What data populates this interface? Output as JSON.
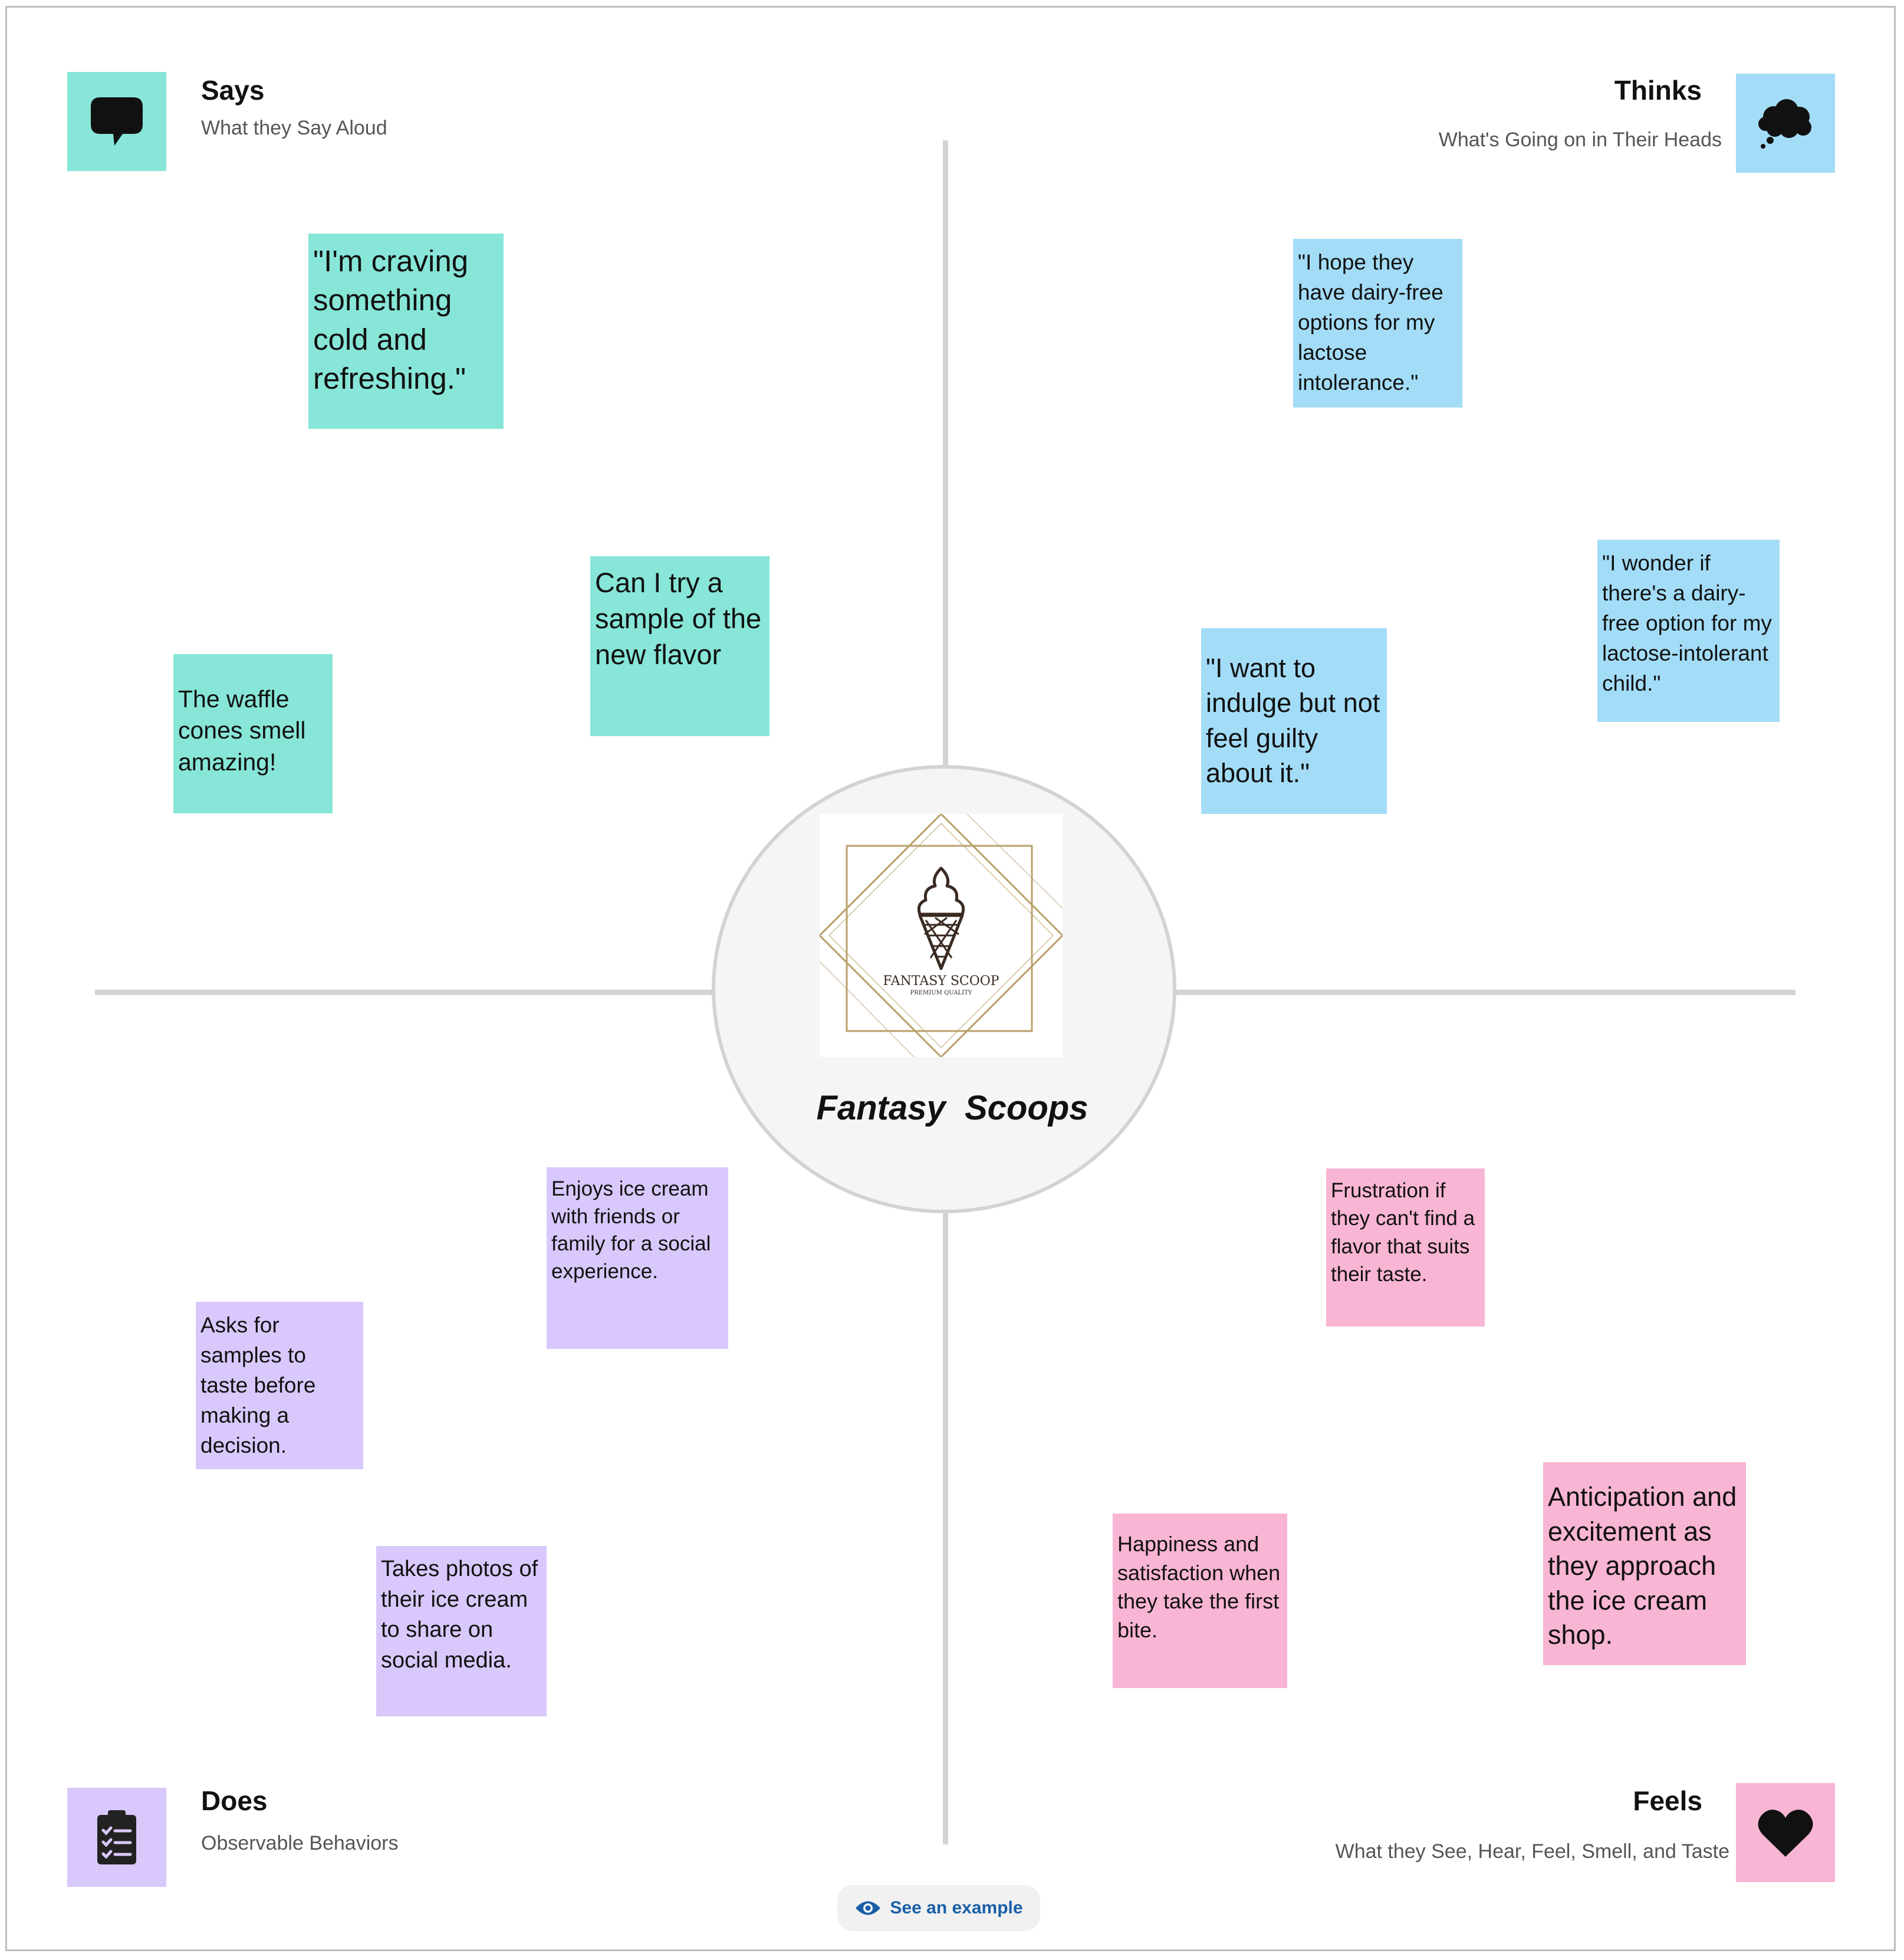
{
  "quadrants": {
    "says": {
      "title": "Says",
      "subtitle": "What they Say Aloud",
      "color": "#87e6d8",
      "icon": "speech-bubble-icon"
    },
    "thinks": {
      "title": "Thinks",
      "subtitle": "What's Going on in Their Heads",
      "color": "#a3dcf7",
      "icon": "thought-cloud-icon"
    },
    "does": {
      "title": "Does",
      "subtitle": "Observable Behaviors",
      "color": "#d9c8fb",
      "icon": "clipboard-checklist-icon"
    },
    "feels": {
      "title": "Feels",
      "subtitle": "What they See, Hear, Feel, Smell, and Taste",
      "color": "#f9b5d4",
      "icon": "heart-icon"
    }
  },
  "center": {
    "title": "Fantasy  Scoops",
    "logo_text": "FANTASY SCOOP",
    "logo_tagline": "PREMIUM QUALITY",
    "logo_icon": "ice-cream-cone-icon"
  },
  "notes": {
    "says": [
      "\"I'm craving something cold and refreshing.\"",
      "Can I try a sample of the new flavor",
      "The waffle cones smell amazing!"
    ],
    "thinks": [
      "\"I hope they have dairy-free options for my lactose intolerance.\"",
      "\"I wonder if there's a dairy-free option for my lactose-intolerant child.\"",
      "\"I want to indulge but not feel guilty about it.\""
    ],
    "does": [
      "Enjoys ice cream with friends or family for a social experience.",
      "Asks for samples to taste before making a decision.",
      "Takes photos of their ice cream to share on social media."
    ],
    "feels": [
      "Frustration if they can't find a flavor that suits their taste.",
      "Happiness and satisfaction when they take the first bite.",
      "Anticipation and excitement as they approach the ice cream shop."
    ]
  },
  "example_button": {
    "label": "See an example",
    "icon": "eye-icon"
  }
}
